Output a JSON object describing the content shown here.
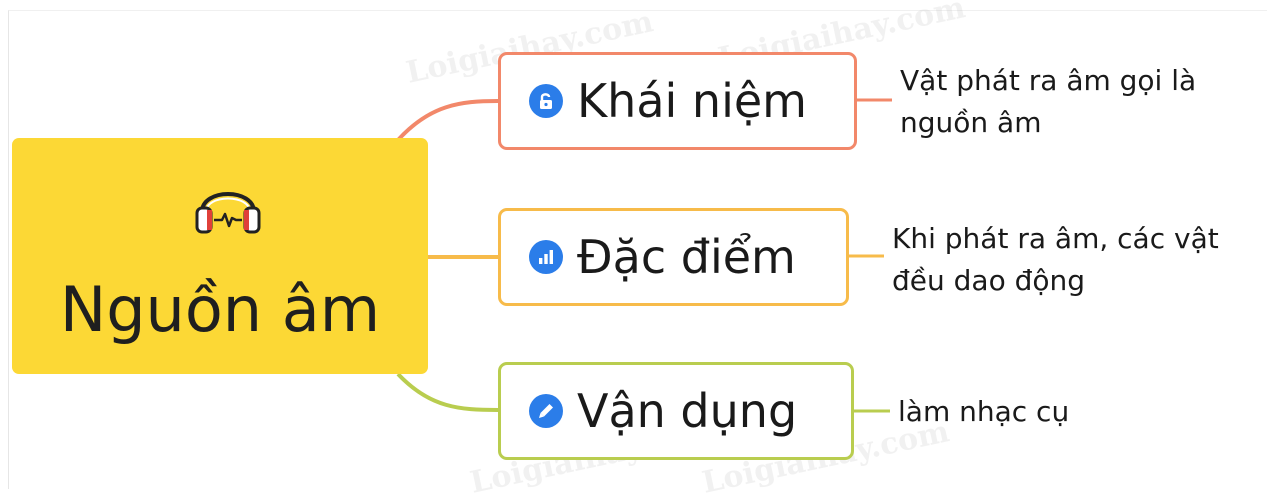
{
  "central": {
    "title": "Nguồn âm",
    "icon": "headphones-icon"
  },
  "branches": [
    {
      "label": "Khái niệm",
      "icon": "lock-icon",
      "color": "#f2886a",
      "note": "Vật phát ra âm gọi là nguồn âm"
    },
    {
      "label": "Đặc điểm",
      "icon": "bar-chart-icon",
      "color": "#f7bb4a",
      "note": "Khi phát ra âm, các vật đều dao động"
    },
    {
      "label": "Vận dụng",
      "icon": "pencil-icon",
      "color": "#b9cd4f",
      "note": "làm nhạc cụ"
    }
  ],
  "watermark": "Loigiaihay.com",
  "colors": {
    "central": "#fcd835",
    "icon_blue": "#2b7de9"
  }
}
